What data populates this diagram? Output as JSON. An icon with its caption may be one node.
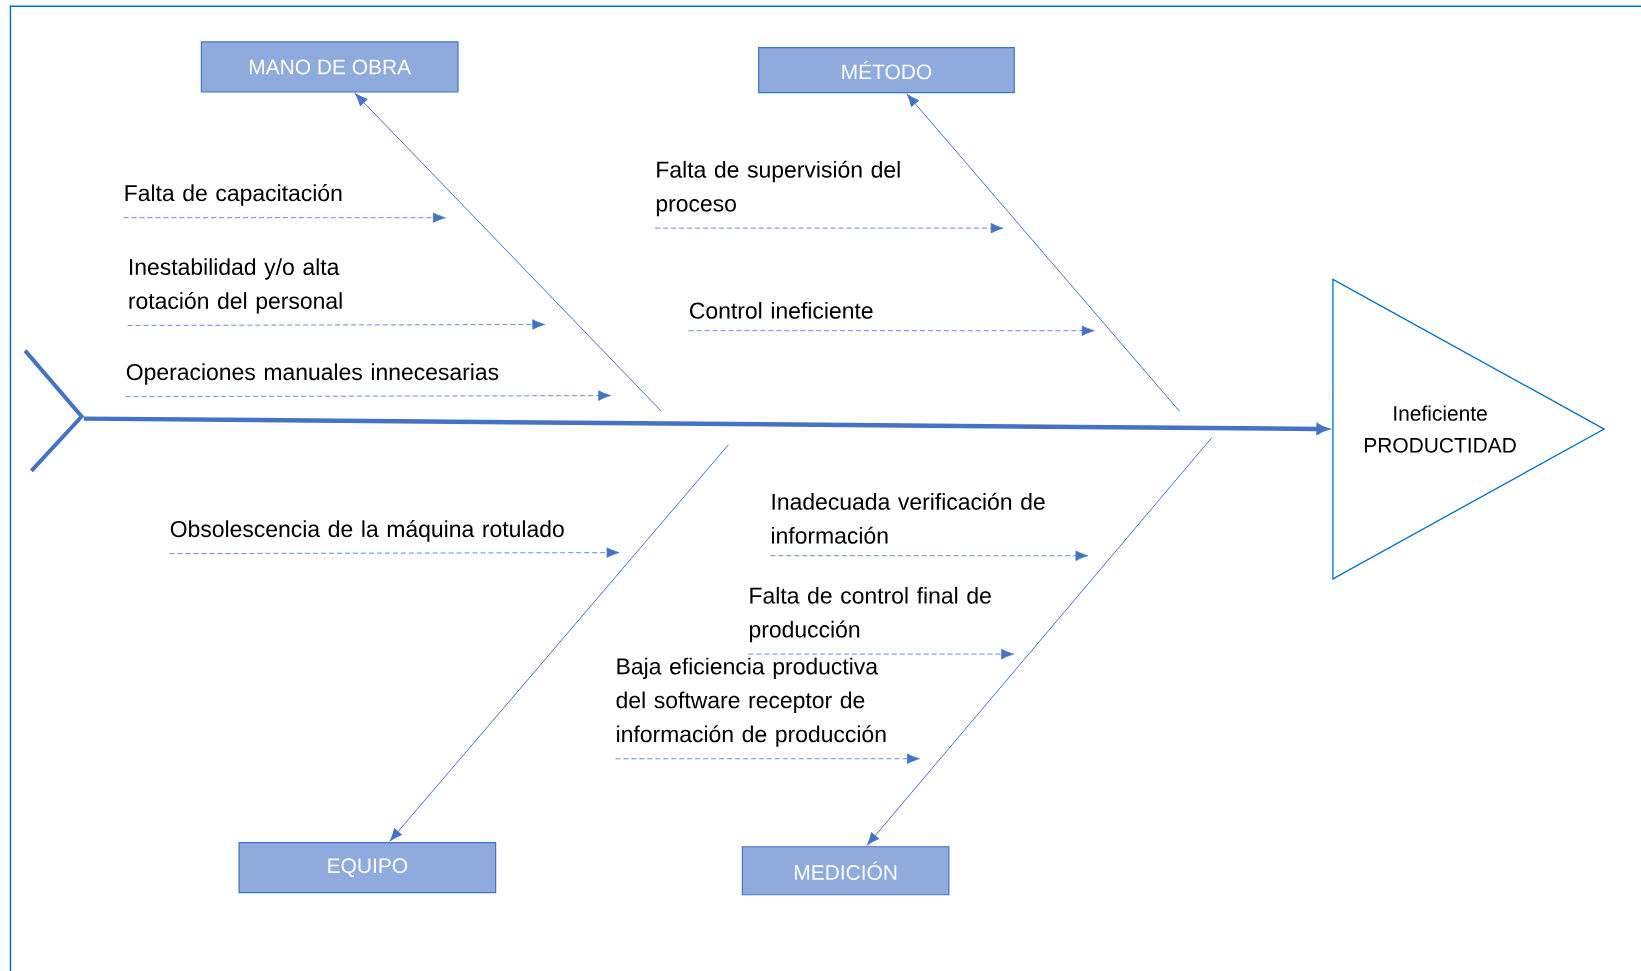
{
  "diagram": {
    "nodes": [
      {
        "text": [
          "MANO DE OBRA"
        ]
      },
      {
        "text": [
          "MÉTODO"
        ]
      },
      {
        "text": [
          "EQUIPO"
        ]
      },
      {
        "text": [
          "MEDICIÓN"
        ]
      },
      {
        "text": [
          "Ineficiente PRODUCTIDAD"
        ]
      },
      {
        "text": [
          "Falta de capacitación"
        ]
      },
      {
        "text": [
          "Inestabilidad y/o alta rotación del personal"
        ]
      },
      {
        "text": [
          "Operaciones manuales innecesarias"
        ]
      },
      {
        "text": [
          "Falta de supervisión del proceso"
        ]
      },
      {
        "text": [
          "Control ineficiente"
        ]
      },
      {
        "text": [
          "Obsolescencia de la máquina rotulado"
        ]
      },
      {
        "text": [
          "Inadecuada verificación de información"
        ]
      },
      {
        "text": [
          "Falta de control final de producción"
        ]
      },
      {
        "text": [
          "Baja eficiencia productiva del software receptor de información de producción"
        ]
      },
      {
        "text": [],
        "shape": "chevron"
      }
    ],
    "edges": [
      {
        "from": 14,
        "to": 4,
        "arrow": "to",
        "style": "thick"
      },
      {
        "from": null,
        "to": 0,
        "arrow": "to"
      },
      {
        "from": null,
        "to": 1,
        "arrow": "to"
      },
      {
        "from": null,
        "to": 2,
        "arrow": "to"
      },
      {
        "from": null,
        "to": 3,
        "arrow": "to"
      },
      {
        "from": 5,
        "to": null,
        "arrow": "to",
        "style": "dashed"
      },
      {
        "from": 6,
        "to": null,
        "arrow": "to",
        "style": "dashed"
      },
      {
        "from": 7,
        "to": null,
        "arrow": "to",
        "style": "dashed"
      },
      {
        "from": 8,
        "to": null,
        "arrow": "to",
        "style": "dashed"
      },
      {
        "from": 9,
        "to": null,
        "arrow": "to",
        "style": "dashed"
      },
      {
        "from": 10,
        "to": null,
        "arrow": "to",
        "style": "dashed"
      },
      {
        "from": 11,
        "to": null,
        "arrow": "to",
        "style": "dashed"
      },
      {
        "from": 12,
        "to": null,
        "arrow": "to",
        "style": "dashed"
      },
      {
        "from": 13,
        "to": null,
        "arrow": "to",
        "style": "dashed"
      }
    ]
  }
}
